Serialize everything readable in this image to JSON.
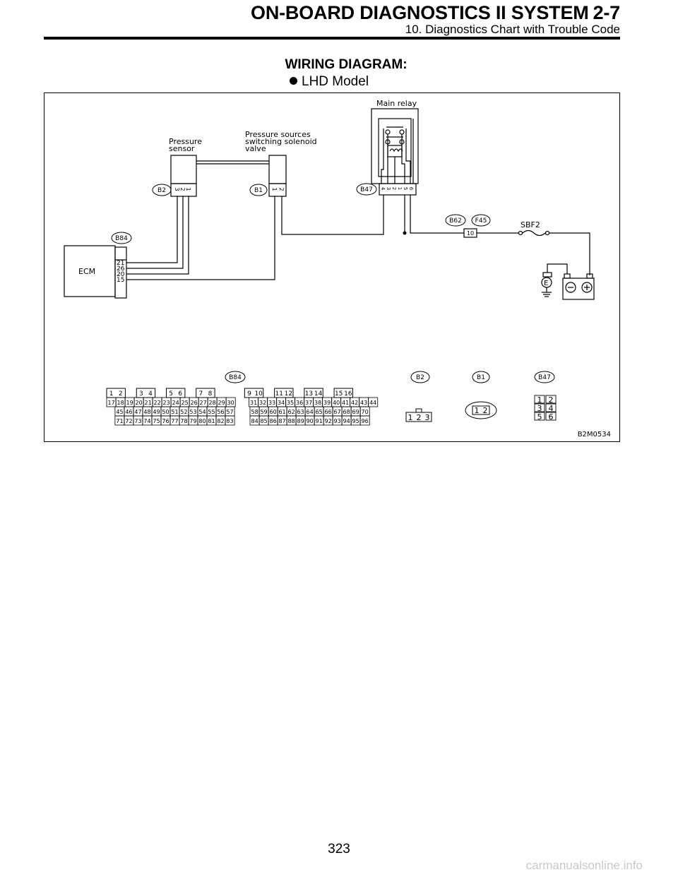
{
  "header": {
    "title": "ON-BOARD DIAGNOSTICS II SYSTEM",
    "section_number": "2-7",
    "subtitle": "10. Diagnostics Chart with Trouble Code"
  },
  "section_title": "WIRING DIAGRAM:",
  "model_label": "LHD Model",
  "diagram": {
    "figure_id": "B2M0534",
    "components": {
      "pressure_sensor": "Pressure\nsensor",
      "solenoid_valve": "Pressure sources\nswitching solenoid\nvalve",
      "main_relay": "Main relay",
      "ecm": "ECM",
      "fuse": "SBF2",
      "fuse_box_pin": "10",
      "ground": "E"
    },
    "connectors": {
      "B2": "B2",
      "B1": "B1",
      "B47": "B47",
      "B84": "B84",
      "B62": "B62",
      "F45": "F45"
    },
    "ecm_pins": [
      "21",
      "26",
      "20",
      "15"
    ],
    "b2_pins": [
      "3",
      "2",
      "1"
    ],
    "b1_pins": [
      "1",
      "2"
    ],
    "b47_pins": [
      "4",
      "3",
      "2",
      "1",
      "5",
      "6"
    ],
    "b84_face": {
      "row1": [
        [
          "1",
          "2"
        ],
        [
          "3",
          "4"
        ],
        [
          "5",
          "6"
        ],
        [
          "7",
          "8"
        ],
        [
          "9",
          "10"
        ],
        [
          "11",
          "12"
        ],
        [
          "13",
          "14"
        ],
        [
          "15",
          "16"
        ]
      ],
      "row2": [
        "17",
        "18",
        "19",
        "20",
        "21",
        "22",
        "23",
        "24",
        "25",
        "26",
        "27",
        "28",
        "29",
        "30",
        "31",
        "32",
        "33",
        "34",
        "35",
        "36",
        "37",
        "38",
        "39",
        "40",
        "41",
        "42",
        "43",
        "44"
      ],
      "row3": [
        "45",
        "46",
        "47",
        "48",
        "49",
        "50",
        "51",
        "52",
        "53",
        "54",
        "55",
        "56",
        "57",
        "58",
        "59",
        "60",
        "61",
        "62",
        "63",
        "64",
        "65",
        "66",
        "67",
        "68",
        "69",
        "70"
      ],
      "row4": [
        "71",
        "72",
        "73",
        "74",
        "75",
        "76",
        "77",
        "78",
        "79",
        "80",
        "81",
        "82",
        "83",
        "84",
        "85",
        "86",
        "87",
        "88",
        "89",
        "90",
        "91",
        "92",
        "93",
        "94",
        "95",
        "96"
      ]
    },
    "b2_face": [
      "1",
      "2",
      "3"
    ],
    "b1_face": [
      "1",
      "2"
    ],
    "b47_face": [
      [
        "1",
        "2"
      ],
      [
        "3",
        "4"
      ],
      [
        "5",
        "6"
      ]
    ]
  },
  "page_number": "323",
  "watermark": "carmanualsonline.info"
}
